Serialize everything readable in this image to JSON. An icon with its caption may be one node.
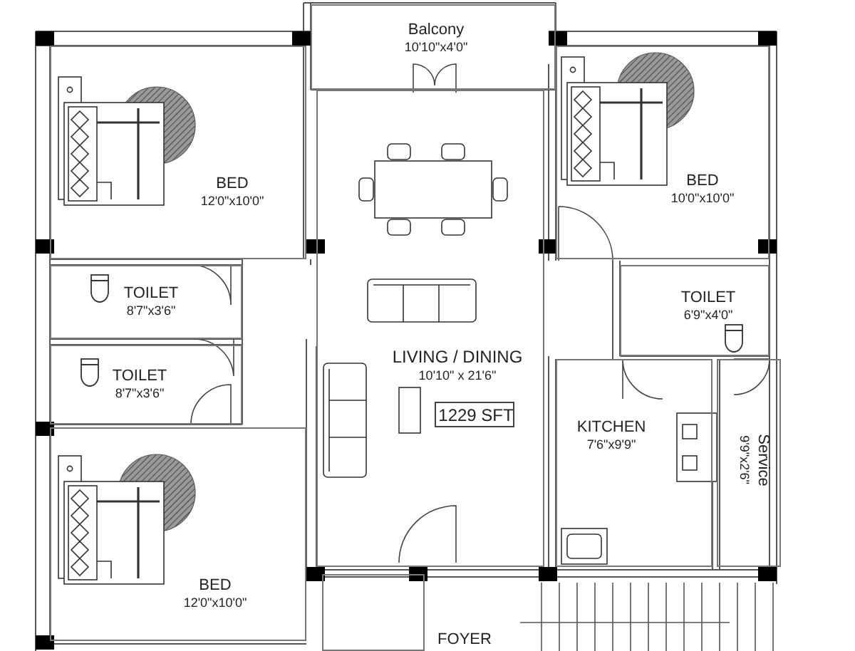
{
  "diagram": {
    "nodes": [
      {
        "text": [
          "Balcony",
          "10'10\"x4'0\""
        ]
      },
      {
        "text": [
          "BED",
          "12'0\"x10'0\""
        ]
      },
      {
        "text": [
          "BED",
          "10'0\"x10'0\""
        ]
      },
      {
        "text": [
          "TOILET",
          "8'7\"x3'6\""
        ]
      },
      {
        "text": [
          "TOILET",
          "6'9\"x4'0\""
        ]
      },
      {
        "text": [
          "TOILET",
          "8'7\"x3'6\""
        ]
      },
      {
        "text": [
          "LIVING / DINING",
          "10'10\" x 21'6\""
        ]
      },
      {
        "text": [
          "1229 SFT"
        ],
        "in": 6
      },
      {
        "text": [
          "KITCHEN",
          "7'6\"x9'9\""
        ]
      },
      {
        "text": [
          "Service",
          "9'9\"x2'6\""
        ]
      },
      {
        "text": [
          "BED",
          "12'0\"x10'0\""
        ]
      },
      {
        "text": [
          "FOYER"
        ]
      }
    ]
  }
}
